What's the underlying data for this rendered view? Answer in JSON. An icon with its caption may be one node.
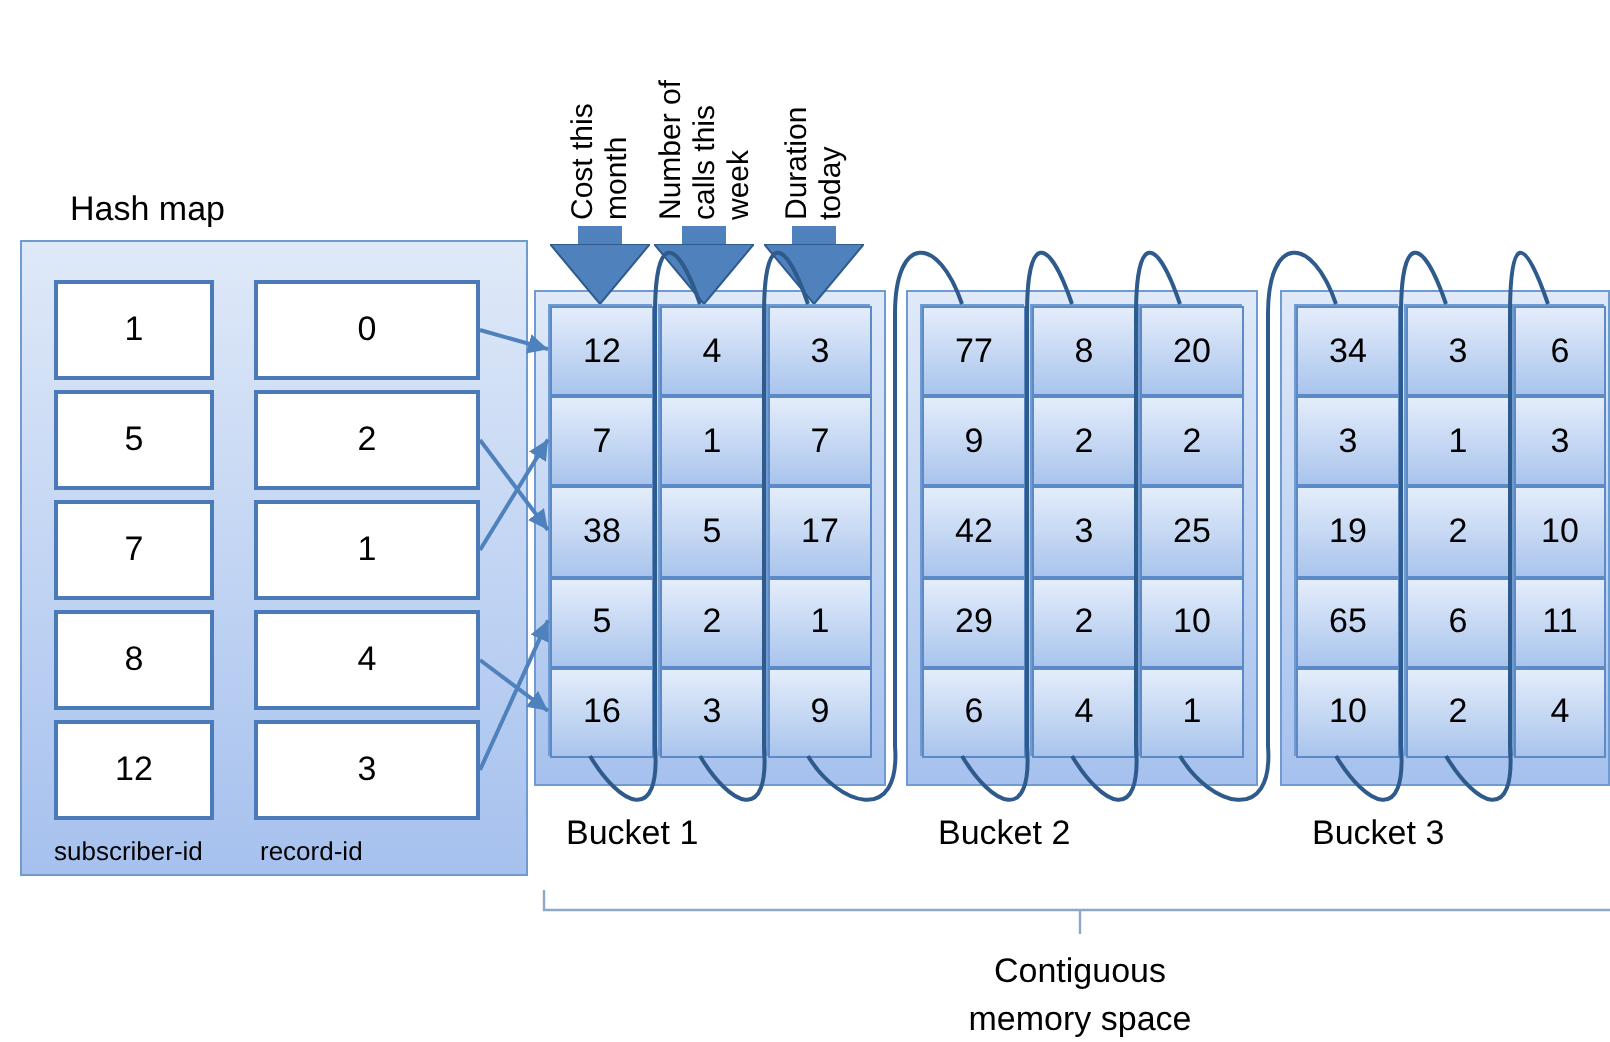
{
  "diagram": {
    "nodes": [
      {
        "text": [
          "Cost this month"
        ]
      },
      {
        "text": [
          "Number of calls this week"
        ]
      },
      {
        "text": [
          "Duration today"
        ]
      },
      {
        "text": [
          "Hash map"
        ]
      },
      {
        "text": [
          "1"
        ],
        "in": 3
      },
      {
        "text": [
          "0"
        ],
        "in": 3
      },
      {
        "text": [
          "5"
        ],
        "in": 3
      },
      {
        "text": [
          "2"
        ],
        "in": 3
      },
      {
        "text": [
          "7"
        ],
        "in": 3
      },
      {
        "text": [
          "1"
        ],
        "in": 3
      },
      {
        "text": [
          "8"
        ],
        "in": 3
      },
      {
        "text": [
          "4"
        ],
        "in": 3
      },
      {
        "text": [
          "12"
        ],
        "in": 3
      },
      {
        "text": [
          "3"
        ],
        "in": 3
      },
      {
        "text": [
          "Bucket 1"
        ]
      },
      {
        "text": [],
        "shape": "box",
        "in": 14
      },
      {
        "text": [
          "12"
        ],
        "in": 15
      },
      {
        "text": [
          "7"
        ],
        "in": 15
      },
      {
        "text": [
          "38"
        ],
        "in": 15
      },
      {
        "text": [
          "5"
        ],
        "in": 15
      },
      {
        "text": [
          "16"
        ],
        "in": 15
      },
      {
        "text": [],
        "shape": "box",
        "in": 14
      },
      {
        "text": [
          "4"
        ],
        "in": 21
      },
      {
        "text": [
          "1"
        ],
        "in": 21
      },
      {
        "text": [
          "5"
        ],
        "in": 21
      },
      {
        "text": [
          "2"
        ],
        "in": 21
      },
      {
        "text": [
          "3"
        ],
        "in": 21
      },
      {
        "text": [],
        "shape": "box",
        "in": 14
      },
      {
        "text": [
          "3"
        ],
        "in": 27
      },
      {
        "text": [
          "7"
        ],
        "in": 27
      },
      {
        "text": [
          "17"
        ],
        "in": 27
      },
      {
        "text": [
          "1"
        ],
        "in": 27
      },
      {
        "text": [
          "9"
        ],
        "in": 27
      },
      {
        "text": [
          "Bucket 2"
        ]
      },
      {
        "text": [],
        "shape": "box",
        "in": 33
      },
      {
        "text": [
          "77"
        ],
        "in": 34
      },
      {
        "text": [
          "9"
        ],
        "in": 34
      },
      {
        "text": [
          "42"
        ],
        "in": 34
      },
      {
        "text": [
          "29"
        ],
        "in": 34
      },
      {
        "text": [
          "6"
        ],
        "in": 34
      },
      {
        "text": [],
        "shape": "box",
        "in": 33
      },
      {
        "text": [
          "8"
        ],
        "in": 40
      },
      {
        "text": [
          "2"
        ],
        "in": 40
      },
      {
        "text": [
          "3"
        ],
        "in": 40
      },
      {
        "text": [
          "2"
        ],
        "in": 40
      },
      {
        "text": [
          "4"
        ],
        "in": 40
      },
      {
        "text": [],
        "shape": "box",
        "in": 33
      },
      {
        "text": [
          "20"
        ],
        "in": 46
      },
      {
        "text": [
          "2"
        ],
        "in": 46
      },
      {
        "text": [
          "25"
        ],
        "in": 46
      },
      {
        "text": [
          "10"
        ],
        "in": 46
      },
      {
        "text": [
          "1"
        ],
        "in": 46
      },
      {
        "text": [
          "Bucket 3"
        ]
      },
      {
        "text": [],
        "shape": "box",
        "in": 52
      },
      {
        "text": [
          "34"
        ],
        "in": 53
      },
      {
        "text": [
          "3"
        ],
        "in": 53
      },
      {
        "text": [
          "19"
        ],
        "in": 53
      },
      {
        "text": [
          "65"
        ],
        "in": 53
      },
      {
        "text": [
          "10"
        ],
        "in": 53
      },
      {
        "text": [],
        "shape": "box",
        "in": 52
      },
      {
        "text": [
          "3"
        ],
        "in": 59
      },
      {
        "text": [
          "1"
        ],
        "in": 59
      },
      {
        "text": [
          "2"
        ],
        "in": 59
      },
      {
        "text": [
          "6"
        ],
        "in": 59
      },
      {
        "text": [
          "2"
        ],
        "in": 59
      },
      {
        "text": [],
        "shape": "box",
        "in": 52
      },
      {
        "text": [
          "6"
        ],
        "in": 65
      },
      {
        "text": [
          "3"
        ],
        "in": 65
      },
      {
        "text": [
          "10"
        ],
        "in": 65
      },
      {
        "text": [
          "11"
        ],
        "in": 65
      },
      {
        "text": [
          "4"
        ],
        "in": 65
      }
    ],
    "edges": [
      {
        "from": 0,
        "to": 15,
        "arrow": "to",
        "style": "thick"
      },
      {
        "from": 1,
        "to": 21,
        "arrow": "to",
        "style": "thick"
      },
      {
        "from": 2,
        "to": 27,
        "arrow": "to",
        "style": "thick"
      },
      {
        "from": 5,
        "to": 16,
        "arrow": "to"
      },
      {
        "from": 7,
        "to": 18,
        "arrow": "to"
      },
      {
        "from": 9,
        "to": 17,
        "arrow": "to"
      },
      {
        "from": 11,
        "to": 20,
        "arrow": "to"
      },
      {
        "from": 13,
        "to": 19,
        "arrow": "to"
      },
      {
        "from": 15,
        "to": 21,
        "arrow": "none",
        "color": "#2f5b8c"
      },
      {
        "from": 21,
        "to": 27,
        "arrow": "none",
        "color": "#2f5b8c"
      },
      {
        "from": 27,
        "to": 34,
        "arrow": "none",
        "color": "#2f5b8c"
      },
      {
        "from": 34,
        "to": 40,
        "arrow": "none",
        "color": "#2f5b8c"
      },
      {
        "from": 40,
        "to": 46,
        "arrow": "none",
        "color": "#2f5b8c"
      },
      {
        "from": 46,
        "to": 53,
        "arrow": "none",
        "color": "#2f5b8c"
      },
      {
        "from": 53,
        "to": 59,
        "arrow": "none",
        "color": "#2f5b8c"
      },
      {
        "from": 59,
        "to": 65,
        "arrow": "none",
        "color": "#2f5b8c"
      }
    ],
    "labels": [
      "subscriber-id",
      "record-id",
      "Contiguous memory space"
    ]
  }
}
